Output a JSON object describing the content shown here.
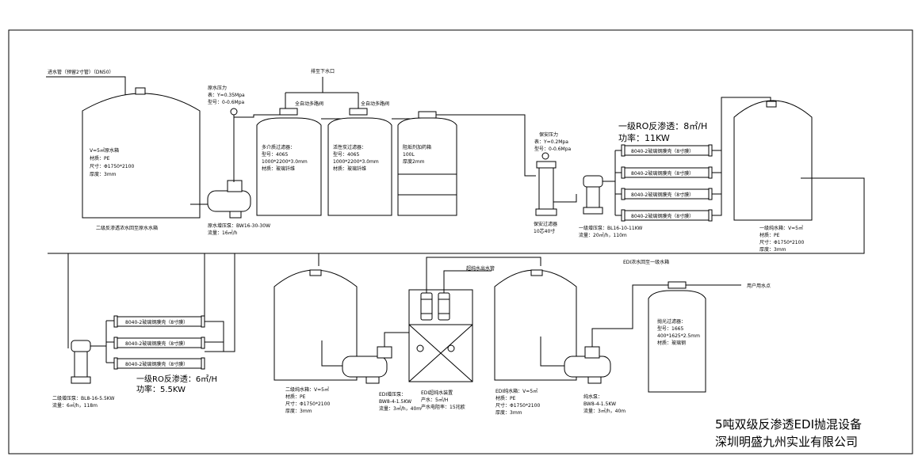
{
  "labels": {
    "inlet_pipe": "进水管（预留2寸管）（DN50）",
    "drain": "排至下水口",
    "raw_pressure_1": "原水压力",
    "raw_pressure_2": "表：Y=0.35Mpa",
    "raw_pressure_3": "型号：0-0.6Mpa",
    "valve_left": "全自动多路阀",
    "valve_right": "全自动多路阀",
    "safety_pressure_1": "保安压力",
    "safety_pressure_2": "表：Y=0.2Mpa",
    "safety_pressure_3": "型号：0-0.6Mpa",
    "ro1_title": "一级RO反渗透：8㎡/H",
    "ro1_power": "功率：11KW",
    "ro2_title": "一级RO反渗透：6㎡/H",
    "ro2_power": "功率：5.5KW",
    "edi_return": "EDI浓水回至一级水箱",
    "ultrapure_outlet": "超纯水出水管",
    "user_point": "用户用水点",
    "reject_return": "二级反渗透浓水回至原水水箱",
    "footer_line1": "5吨双级反渗透EDI抛混设备",
    "footer_line2": "深圳明盛九州实业有限公司"
  },
  "equipment": {
    "raw_tank": [
      "V=5㎡原水箱",
      "材质：PE",
      "尺寸：Φ1750*2100",
      "厚度：3mm"
    ],
    "multi_filter": [
      "多介质过滤器：",
      "型号：4065",
      "1000*2200*3.0mm",
      "材质：玻璃钎维"
    ],
    "carbon_filter": [
      "活性炭过滤器：",
      "型号：4065",
      "1000*2200*3.0mm",
      "材质：玻璃钎维"
    ],
    "dosing": [
      "阻垢剂加药箱",
      "100L",
      "厚度2mm"
    ],
    "raw_pump": [
      "原水增压泵：BW16-30-30W",
      "流量：16㎡/h"
    ],
    "safety_filter": [
      "保安过滤器",
      "10芯40寸"
    ],
    "booster1": [
      "一级增压泵：BL16-10-11KW",
      "流量：20㎡/h，110m"
    ],
    "membranes1": [
      "8040-2玻璃钢膜壳（8寸膜）",
      "8040-2玻璃钢膜壳（8寸膜）",
      "8040-2玻璃钢膜壳（8寸膜）",
      "8040-2玻璃钢膜壳（8寸膜）"
    ],
    "pure_tank1": [
      "一级纯水箱：V=5㎡",
      "材质：PE",
      "尺寸：Φ1750*2100",
      "厚度：3mm"
    ],
    "membranes2": [
      "8040-2玻璃钢膜壳（8寸膜）",
      "8040-2玻璃钢膜壳（8寸膜）",
      "8040-2玻璃钢膜壳（8寸膜）"
    ],
    "booster2": [
      "二级增压泵：BL8-16-5.5KW",
      "流量：6㎡/h，118m"
    ],
    "pure_tank2": [
      "二级纯水箱：V=5㎡",
      "材质：PE",
      "尺寸：Φ1750*2100",
      "厚度：3mm"
    ],
    "edi_pump": [
      "EDI增压泵：",
      "BW8-4-1.5KW",
      "流量：3㎡/h，40m"
    ],
    "edi_device": [
      "EDI超纯水装置",
      "产水：5㎡/H",
      "产水电阻率：15兆欧"
    ],
    "edi_tank": [
      "EDI纯水箱：V=5㎡",
      "材质：PE",
      "尺寸：Φ1750*2100",
      "厚度：3mm"
    ],
    "pure_pump": [
      "纯水泵：",
      "BW8-4-1.5KW",
      "流量：3㎡/h，40m"
    ],
    "polish_filter": [
      "抛光过滤器：",
      "型号：1665",
      "400*1625*2.5mm",
      "材质：玻璃钢"
    ]
  }
}
